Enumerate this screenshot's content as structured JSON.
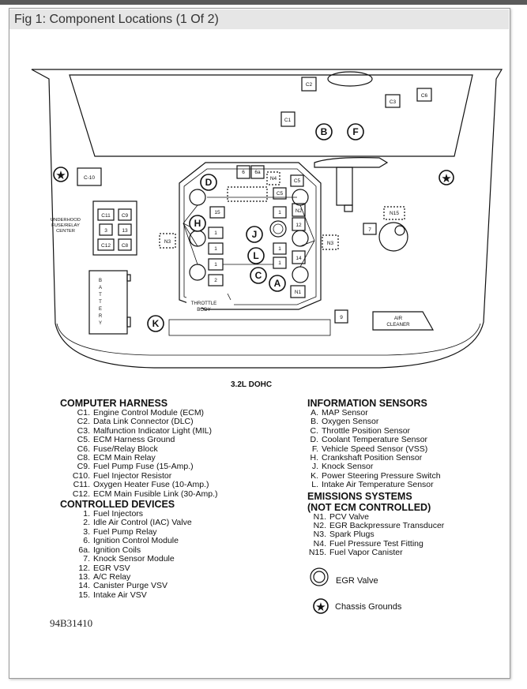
{
  "figure": {
    "title": "Fig 1: Component Locations (1 Of 2)",
    "doc_number": "94B31410",
    "engine": "3.2L DOHC"
  },
  "diagram_labels": {
    "c2": "C2",
    "c3": "C3",
    "c6": "C6",
    "c1": "C1",
    "b": "B",
    "f": "F",
    "c10": "C-10",
    "fuse_center": [
      "UNDERHOOD",
      "FUSE/RELAY",
      "CENTER"
    ],
    "c11": "C11",
    "c9": "C9",
    "n3": "3",
    "n13": "13",
    "c12": "C12",
    "c8": "C8",
    "battery": [
      "B",
      "A",
      "T",
      "T",
      "E",
      "R",
      "Y"
    ],
    "d": "D",
    "h": "H",
    "j": "J",
    "l": "L",
    "c": "C",
    "a": "A",
    "k": "K",
    "n6": "6",
    "n6a": "6a",
    "n4": "N4",
    "c5": "C5",
    "c5b": "C5",
    "n15_box": "15",
    "n1a": "1",
    "n1b": "1",
    "n1c": "1",
    "n2": "2",
    "n1r": "1",
    "n2r": "N2",
    "n12": "12",
    "n1d": "1",
    "n14": "14",
    "n1e": "1",
    "n1f": "N1",
    "n3l": "N3",
    "n3r": "N3",
    "n15": "N15",
    "n7": "7",
    "n9": "9",
    "throttle_body": [
      "THROTTLE",
      "BODY"
    ],
    "air_cleaner": [
      "AIR",
      "CLEANER"
    ]
  },
  "computer_harness": {
    "title": "COMPUTER HARNESS",
    "items": [
      {
        "code": "C1.",
        "text": "Engine Control Module (ECM)"
      },
      {
        "code": "C2.",
        "text": "Data Link Connector (DLC)"
      },
      {
        "code": "C3.",
        "text": "Malfunction Indicator Light (MIL)"
      },
      {
        "code": "C5.",
        "text": "ECM Harness Ground"
      },
      {
        "code": "C6.",
        "text": "Fuse/Relay Block"
      },
      {
        "code": "C8.",
        "text": "ECM Main Relay"
      },
      {
        "code": "C9.",
        "text": "Fuel Pump Fuse (15-Amp.)"
      },
      {
        "code": "C10.",
        "text": "Fuel Injector Resistor"
      },
      {
        "code": "C11.",
        "text": "Oxygen Heater Fuse (10-Amp.)"
      },
      {
        "code": "C12.",
        "text": "ECM Main Fusible Link (30-Amp.)"
      }
    ]
  },
  "controlled_devices": {
    "title": "CONTROLLED DEVICES",
    "items": [
      {
        "code": "1.",
        "text": "Fuel Injectors"
      },
      {
        "code": "2.",
        "text": "Idle Air Control (IAC) Valve"
      },
      {
        "code": "3.",
        "text": "Fuel Pump Relay"
      },
      {
        "code": "6.",
        "text": "Ignition Control Module"
      },
      {
        "code": "6a.",
        "text": "Ignition Coils"
      },
      {
        "code": "7.",
        "text": "Knock Sensor Module"
      },
      {
        "code": "12.",
        "text": "EGR VSV"
      },
      {
        "code": "13.",
        "text": "A/C Relay"
      },
      {
        "code": "14.",
        "text": "Canister Purge VSV"
      },
      {
        "code": "15.",
        "text": "Intake Air VSV"
      }
    ]
  },
  "information_sensors": {
    "title": "INFORMATION SENSORS",
    "items": [
      {
        "code": "A.",
        "text": "MAP Sensor"
      },
      {
        "code": "B.",
        "text": "Oxygen Sensor"
      },
      {
        "code": "C.",
        "text": "Throttle Position Sensor"
      },
      {
        "code": "D.",
        "text": "Coolant Temperature Sensor"
      },
      {
        "code": "F.",
        "text": "Vehicle Speed Sensor (VSS)"
      },
      {
        "code": "H.",
        "text": "Crankshaft Position Sensor"
      },
      {
        "code": "J.",
        "text": "Knock Sensor"
      },
      {
        "code": "K.",
        "text": "Power Steering Pressure Switch"
      },
      {
        "code": "L.",
        "text": "Intake Air Temperature Sensor"
      }
    ]
  },
  "emissions_systems": {
    "title": "EMISSIONS SYSTEMS",
    "subtitle": "(NOT ECM CONTROLLED)",
    "items": [
      {
        "code": "N1.",
        "text": "PCV Valve"
      },
      {
        "code": "N2.",
        "text": "EGR Backpressure Transducer"
      },
      {
        "code": "N3.",
        "text": "Spark Plugs"
      },
      {
        "code": "N4.",
        "text": "Fuel Pressure Test Fitting"
      },
      {
        "code": "N15.",
        "text": "Fuel Vapor Canister"
      }
    ]
  },
  "symbols": {
    "egr_valve": "EGR Valve",
    "chassis_grounds": "Chassis Grounds"
  }
}
